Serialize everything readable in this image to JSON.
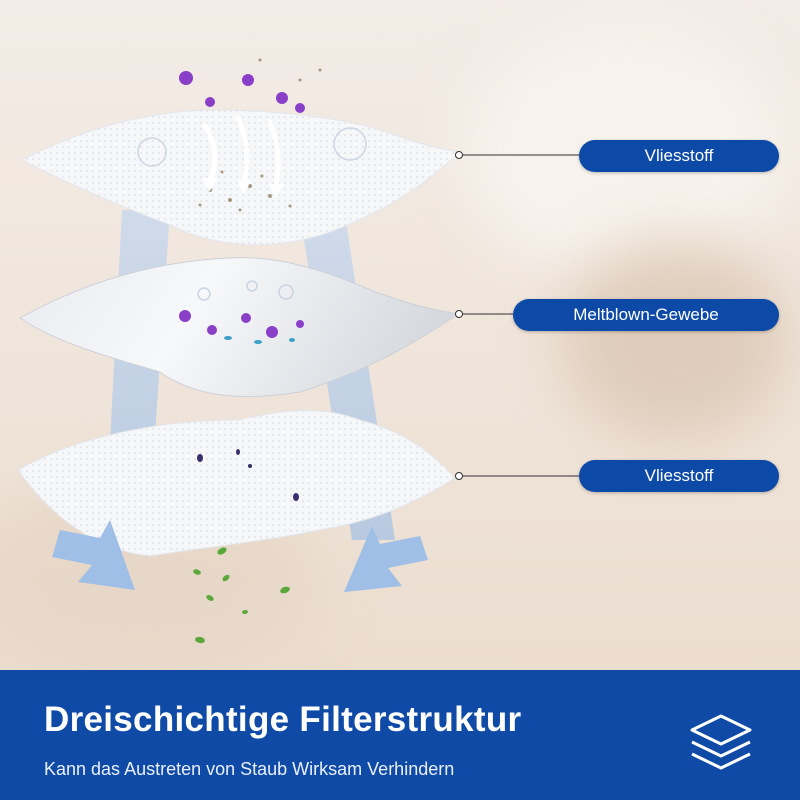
{
  "layers": [
    {
      "label": "Vliesstoff"
    },
    {
      "label": "Meltblown-Gewebe"
    },
    {
      "label": "Vliesstoff"
    }
  ],
  "footer": {
    "title": "Dreischichtige Filterstruktur",
    "subtitle": "Kann das Austreten von Staub Wirksam Verhindern"
  },
  "icons": {
    "footer_icon": "layers-stack-icon",
    "flow": "arrow-down-icon"
  },
  "colors": {
    "accent_blue": "#0f4ba6",
    "label_blue": "#0d4aa8",
    "arrow_blue": "#9fbfe6",
    "virus_purple": "#8a3fc8",
    "leaf_green": "#5aa83a"
  }
}
